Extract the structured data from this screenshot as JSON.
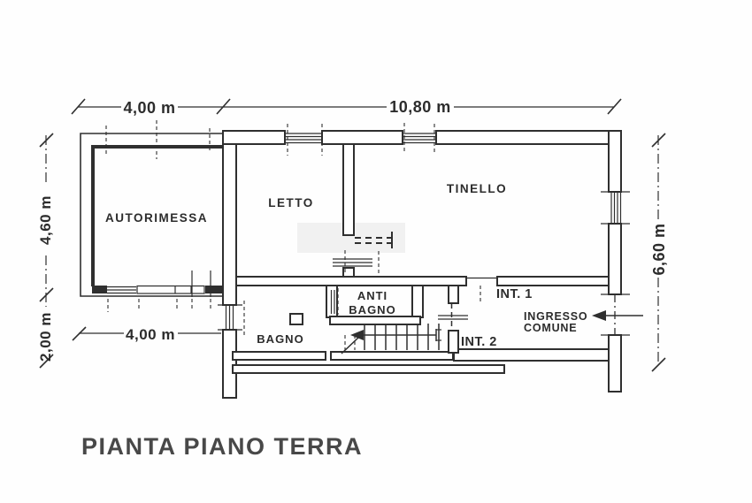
{
  "colors": {
    "ink": "#2f2f2f",
    "background": "#fefefe",
    "title_text": "#484848"
  },
  "plan": {
    "title": "PIANTA PIANO TERRA",
    "rooms": {
      "garage": "AUTORIMESSA",
      "bedroom": "LETTO",
      "dining": "TINELLO",
      "anti_bath_line1": "ANTI",
      "anti_bath_line2": "BAGNO",
      "bath": "BAGNO",
      "unit_1": "INT. 1",
      "unit_2": "INT. 2",
      "entrance_line1": "INGRESSO",
      "entrance_line2": "COMUNE"
    },
    "dimensions": {
      "top_garage": "4,00 m",
      "top_main": "10,80 m",
      "left_upper": "4,60 m",
      "left_lower": "2,00 m",
      "right_side": "6,60 m",
      "garage_door": "4,00 m"
    }
  }
}
